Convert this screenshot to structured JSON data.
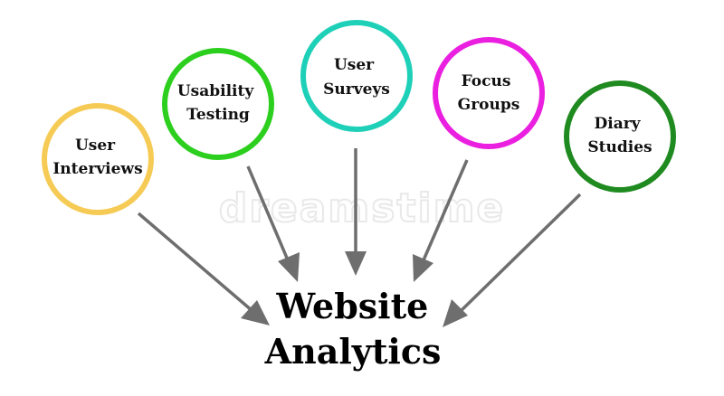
{
  "diagram": {
    "title_lines": [
      "Website",
      "Analytics"
    ],
    "watermark": "dreamstime",
    "arrow_color": "#6e6e6e",
    "nodes": [
      {
        "id": "user-interviews",
        "lines": [
          "User",
          "Interviews"
        ],
        "color": "#f6cb55"
      },
      {
        "id": "usability-testing",
        "lines": [
          "Usability",
          "Testing"
        ],
        "color": "#2ccf1e"
      },
      {
        "id": "user-surveys",
        "lines": [
          "User",
          "Surveys"
        ],
        "color": "#1fd0b8"
      },
      {
        "id": "focus-groups",
        "lines": [
          "Focus",
          "Groups"
        ],
        "color": "#ea1fe0"
      },
      {
        "id": "diary-studies",
        "lines": [
          "Diary",
          "Studies"
        ],
        "color": "#1f8a1f"
      }
    ]
  }
}
